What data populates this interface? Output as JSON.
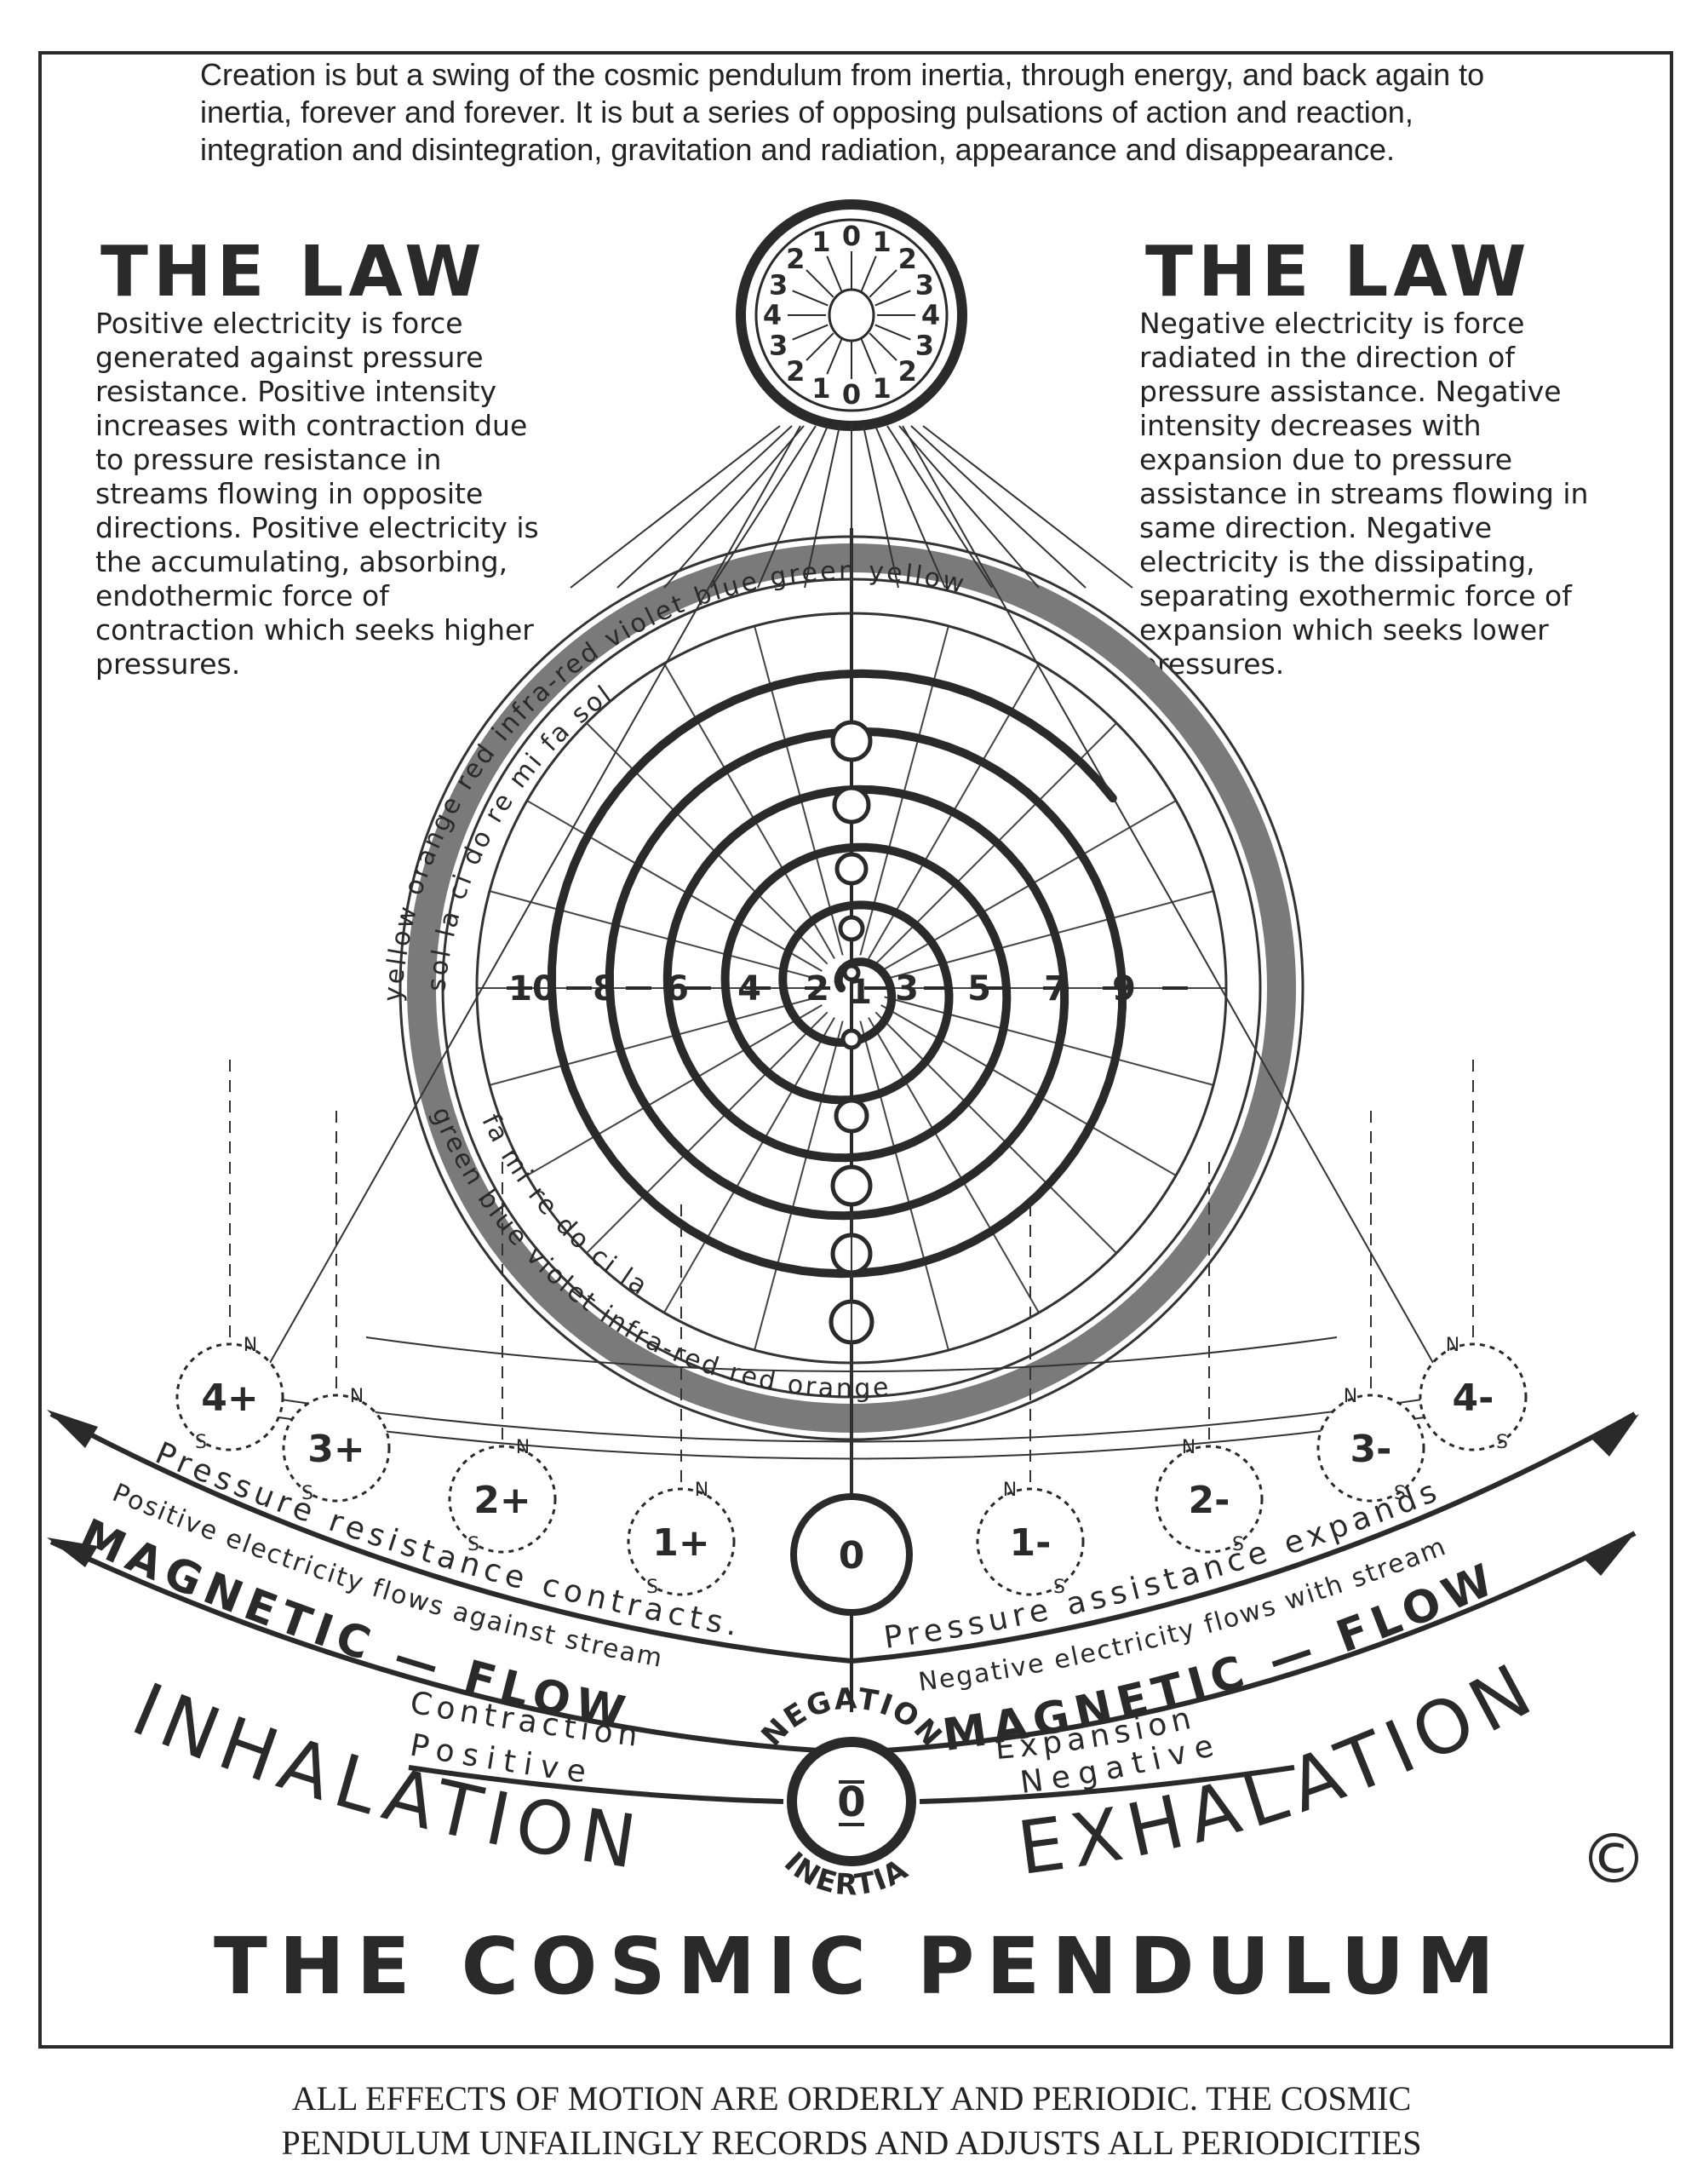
{
  "intro": "Creation is but a swing of the cosmic pendulum from inertia, through energy, and back again to inertia, forever and forever. It is but a series of opposing pulsations of action and reaction, integration and disintegration, gravitation and radiation, appearance and disappearance.",
  "law_left": {
    "title": "THE LAW",
    "text": "Positive electricity is force generated against pressure resistance. Positive intensity increases with contraction due to pressure resistance in streams flowing in opposite directions. Positive electricity is the accumulating, absorbing, endothermic force of contraction which seeks higher pressures."
  },
  "law_right": {
    "title": "THE LAW",
    "text": "Negative electricity is force radiated in the direction of pressure assistance. Negative intensity decreases with expansion due to pressure assistance in streams flowing in same direction. Negative electricity is the dissipating, separating exothermic force of expansion which seeks lower pressures."
  },
  "spiral_numbers": [
    "1",
    "2",
    "3",
    "4",
    "5",
    "6",
    "7",
    "8",
    "9",
    "10"
  ],
  "ring_labels_top": {
    "outer": [
      "yellow",
      "orange",
      "red",
      "infra-red",
      "violet",
      "blue",
      "green",
      "yellow"
    ],
    "inner": [
      "sol",
      "la",
      "ci",
      "do",
      "re",
      "mi",
      "fa",
      "sol"
    ]
  },
  "ring_labels_bottom": {
    "outer": [
      "green",
      "blue",
      "violet",
      "infra-red",
      "red",
      "orange"
    ],
    "inner": [
      "fa",
      "mi",
      "re",
      "do",
      "ci",
      "la"
    ]
  },
  "dial": {
    "numbers": [
      "0",
      "1",
      "2",
      "3",
      "4",
      "3",
      "2",
      "1",
      "0",
      "1",
      "2",
      "3",
      "4",
      "3",
      "2",
      "1"
    ]
  },
  "pendulum_bobs": {
    "left": [
      "4+",
      "3+",
      "2+",
      "1+"
    ],
    "center": "0",
    "right": [
      "1-",
      "2-",
      "3-",
      "4-"
    ],
    "pole_labels": [
      "N",
      "S"
    ]
  },
  "arcs": {
    "left_top": "Pressure resistance contracts.",
    "left_mid": "Positive electricity flows against stream",
    "left_magnetic": "MAGNETIC — FLOW",
    "left_contraction": "Contraction",
    "left_positive": "Positive",
    "right_top": "Pressure assistance expands",
    "right_mid": "Negative electricity flows with stream",
    "right_magnetic": "MAGNETIC — FLOW",
    "right_expansion": "Expansion",
    "right_negative": "Negative",
    "negation": "NEGATION",
    "inertia": "INERTIA",
    "center_zero": "0"
  },
  "inhalation": "INHALATION",
  "exhalation": "EXHALATION",
  "title": "THE COSMIC PENDULUM",
  "copyright": "©",
  "caption_line1": "ALL EFFECTS OF MOTION ARE ORDERLY AND PERIODIC.  THE COSMIC",
  "caption_line2": "PENDULUM UNFAILINGLY RECORDS AND ADJUSTS ALL PERIODICITIES"
}
